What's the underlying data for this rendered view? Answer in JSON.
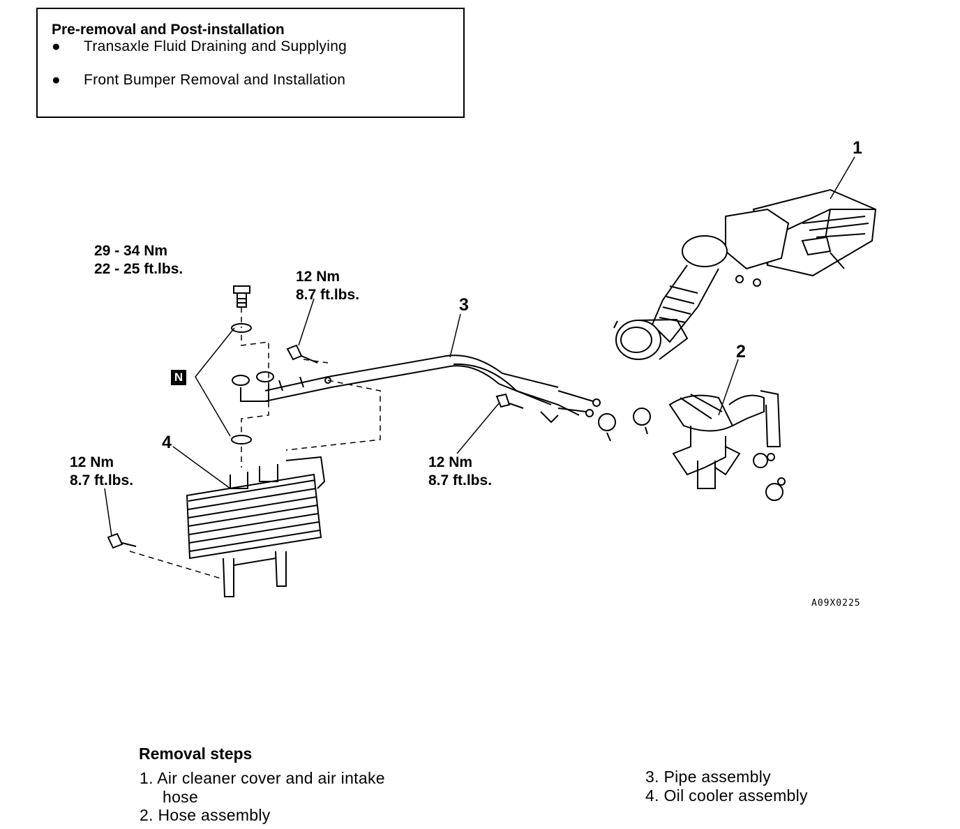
{
  "pre_removal": {
    "title": "Pre-removal and Post-installation",
    "items": [
      "Transaxle Fluid Draining and Supplying",
      "Front Bumper Removal and Installation"
    ]
  },
  "torque": {
    "bolt_top": {
      "nm": "29 - 34 Nm",
      "ftlbs": "22 - 25 ft.lbs."
    },
    "bolt_pipe": {
      "nm": "12 Nm",
      "ftlbs": "8.7 ft.lbs."
    },
    "bolt_cooler": {
      "nm": "12 Nm",
      "ftlbs": "8.7 ft.lbs."
    },
    "bolt_clip": {
      "nm": "12 Nm",
      "ftlbs": "8.7 ft.lbs."
    }
  },
  "callouts": {
    "c1": "1",
    "c2": "2",
    "c3": "3",
    "c4": "4",
    "n": "N"
  },
  "figure_code": "A09X0225",
  "removal_steps": {
    "title": "Removal steps",
    "s1a": "1. Air cleaner cover and air intake",
    "s1b": "hose",
    "s2": "2. Hose assembly",
    "s3": "3. Pipe assembly",
    "s4": "4. Oil cooler assembly"
  }
}
